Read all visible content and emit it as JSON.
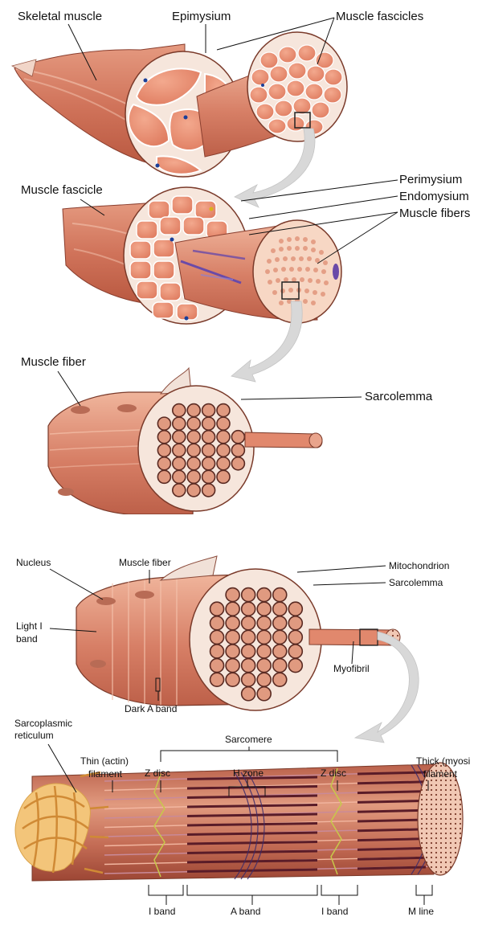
{
  "panels": {
    "top": {
      "labels": {
        "skeletal_muscle": "Skeletal muscle",
        "epimysium": "Epimysium",
        "muscle_fascicles": "Muscle fascicles",
        "muscle_fascicle": "Muscle fascicle",
        "perimysium": "Perimysium",
        "endomysium": "Endomysium",
        "muscle_fibers": "Muscle fibers",
        "muscle_fiber": "Muscle fiber",
        "sarcolemma": "Sarcolemma"
      }
    },
    "bottom": {
      "labels": {
        "nucleus": "Nucleus",
        "muscle_fiber": "Muscle fiber",
        "mitochondrion": "Mitochondrion",
        "sarcolemma": "Sarcolemma",
        "light_i_band_1": "Light I",
        "light_i_band_2": "band",
        "myofibril": "Myofibril",
        "dark_a_band": "Dark A band",
        "sarcoplasmic_1": "Sarcoplasmic",
        "sarcoplasmic_2": "reticulum",
        "sarcomere": "Sarcomere",
        "thin_filament_1": "Thin (actin)",
        "thin_filament_2": "filament",
        "z_disc_left": "Z disc",
        "h_zone": "H zone",
        "z_disc_right": "Z disc",
        "thick_filament_1": "Thick (myosi",
        "thick_filament_2": "filament",
        "i_band_left": "I band",
        "a_band": "A band",
        "i_band_right": "I band",
        "m_line": "M line"
      }
    }
  },
  "colors": {
    "muscle": "#d9826a",
    "muscle_dark": "#b45a45",
    "muscle_light": "#f3b9a3",
    "sheath": "#f6e6dc",
    "fibril_fill": "#e09a80",
    "fibril_ring": "#5a2a22",
    "reticulum": "#f3c57a",
    "arrow": "#d8d8d8",
    "nerve": "#6a4aa8"
  }
}
